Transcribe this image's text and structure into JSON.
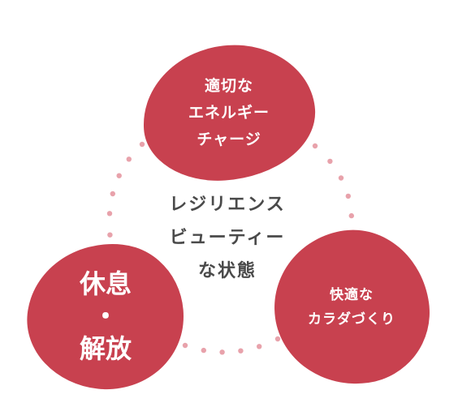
{
  "colors": {
    "blob": "#c8414f",
    "dots": "#e8a2ab",
    "center_text": "#4a4a4a",
    "blob_text": "#ffffff"
  },
  "center": {
    "lines": [
      "レジリエンス",
      "ビューティー",
      "な状態"
    ]
  },
  "blobs": {
    "top": {
      "lines": [
        "適切な",
        "エネルギー",
        "チャージ"
      ]
    },
    "left": {
      "lines": [
        "休息",
        "・",
        "解放"
      ]
    },
    "right": {
      "lines": [
        "快適な",
        "カラダづくり"
      ]
    }
  }
}
